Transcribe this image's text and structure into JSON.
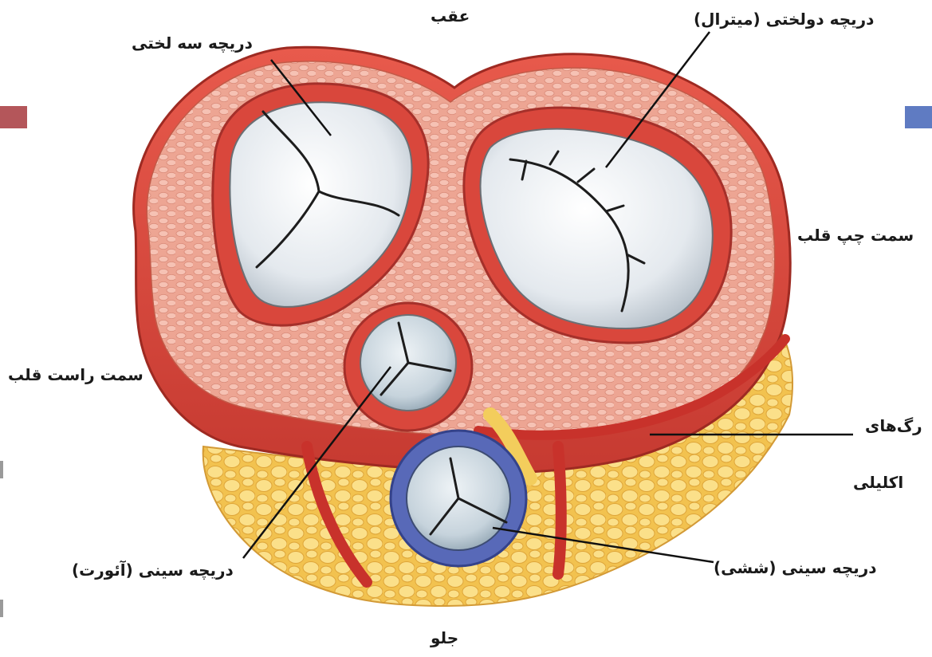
{
  "labels": {
    "top": "عقب",
    "tricuspid": "دریچه سه لختی",
    "mitral": "دریچه دولختی (میترال)",
    "left_side": "سمت چپ قلب",
    "right_side": "سمت راست قلب",
    "coronary_line1": "رگ‌های",
    "coronary_line2": "اکلیلی",
    "aortic": "دریچه سینی (آئورت)",
    "pulmonary": "دریچه سینی (ششی)",
    "bottom": "جلو"
  },
  "colors": {
    "swatch_left": "#b4565a",
    "swatch_right": "#5f7bc2",
    "muscle": "#d9473c",
    "muscle_dark": "#b8322a",
    "tissue": "#eda593",
    "fat": "#f5d36a",
    "valve": "#e4e9ee",
    "pulmonary_ring": "#5869b8"
  }
}
